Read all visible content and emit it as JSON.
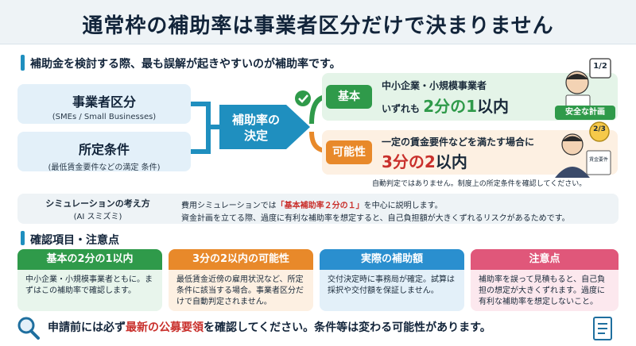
{
  "title": "通常枠の補助率は事業者区分だけで決まりません",
  "intro": "補助金を検討する際、最も誤解が起きやすいのが補助率です。",
  "left": {
    "box1_main": "事業者区分",
    "box1_sub": "(SMEs / Small Businesses)",
    "box2_main": "所定条件",
    "box2_sub": "(最低賃金要件などの満定 条件)"
  },
  "center": {
    "line1": "補助率の",
    "line2": "決定"
  },
  "basic": {
    "tag": "基本",
    "line1": "中小企業・小規模事業者",
    "line2_pre": "いずれも",
    "line2_big": "2分の1",
    "line2_post": "以内",
    "badge": "安全な計画",
    "paper": "1/2"
  },
  "possible": {
    "tag": "可能性",
    "line1": "一定の賃金要件などを満たす場合に",
    "line2_big": "3分の2",
    "line2_post": "以内",
    "paper": "2/3",
    "doc": "賃金要件"
  },
  "note": "自動判定ではありません。制度上の所定条件を確認してください。",
  "simulation": {
    "title": "シミュレーションの考え方",
    "sub": "(AI スミズミ)",
    "line1_pre": "費用シミュレーションでは",
    "line1_red": "「基本補助率２分の１」",
    "line1_post": "を中心に説明します。",
    "line2": "資金計画を立てる際、過度に有利な補助率を想定すると、自己負担額が大きくずれるリスクがあるためです。"
  },
  "check_title": "確認項目・注意点",
  "cards": [
    {
      "title": "基本の2分の1以内",
      "body": "中小企業・小規模事業者ともに。まずはこの補助率で確認します。"
    },
    {
      "title": "3分の2以内の可能性",
      "body": "最低賃金近傍の雇用状況など、所定条件に該当する場合。事業者区分だけで自動判定されません。"
    },
    {
      "title": "実際の補助額",
      "body": "交付決定時に事務局が確定。試算は採択や交付額を保証しません。"
    },
    {
      "title": "注意点",
      "body": "補助率を誤って見積もると、自己負担の想定が大きくずれます。過度に有利な補助率を想定しないこと。"
    }
  ],
  "bottom": {
    "pre": "申請前には必ず",
    "red": "最新の公募要領",
    "post": "を確認してください。条件等は変わる可能性があります。"
  },
  "colors": {
    "primary": "#1f8fbf",
    "green": "#2f9a4a",
    "orange": "#e8892a",
    "blue": "#2a8fcf",
    "pink": "#e0577a",
    "red": "#c9302c"
  }
}
